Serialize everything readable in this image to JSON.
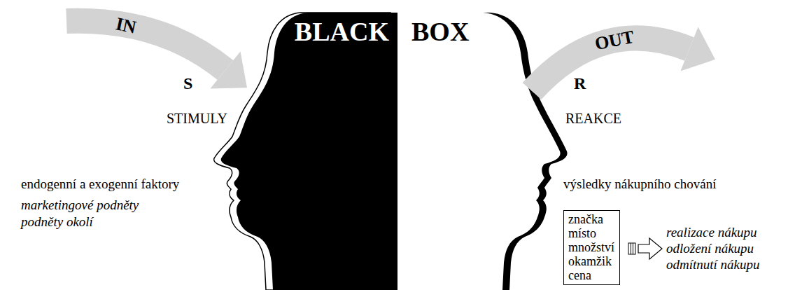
{
  "diagram": {
    "nodes": [
      {
        "text": [
          "značka místo množství okamžik cena"
        ]
      }
    ],
    "labels": [
      "IN",
      "S",
      "STIMULY",
      "BLACK",
      "BOX",
      "OUT",
      "R",
      "REAKCE",
      "endogenní a exogenní faktory",
      "marketingové podněty",
      "podněty okolí",
      "výsledky nákupního chování",
      "realizace nákupu",
      "odložení nákupu",
      "odmítnutí nákupu"
    ]
  }
}
